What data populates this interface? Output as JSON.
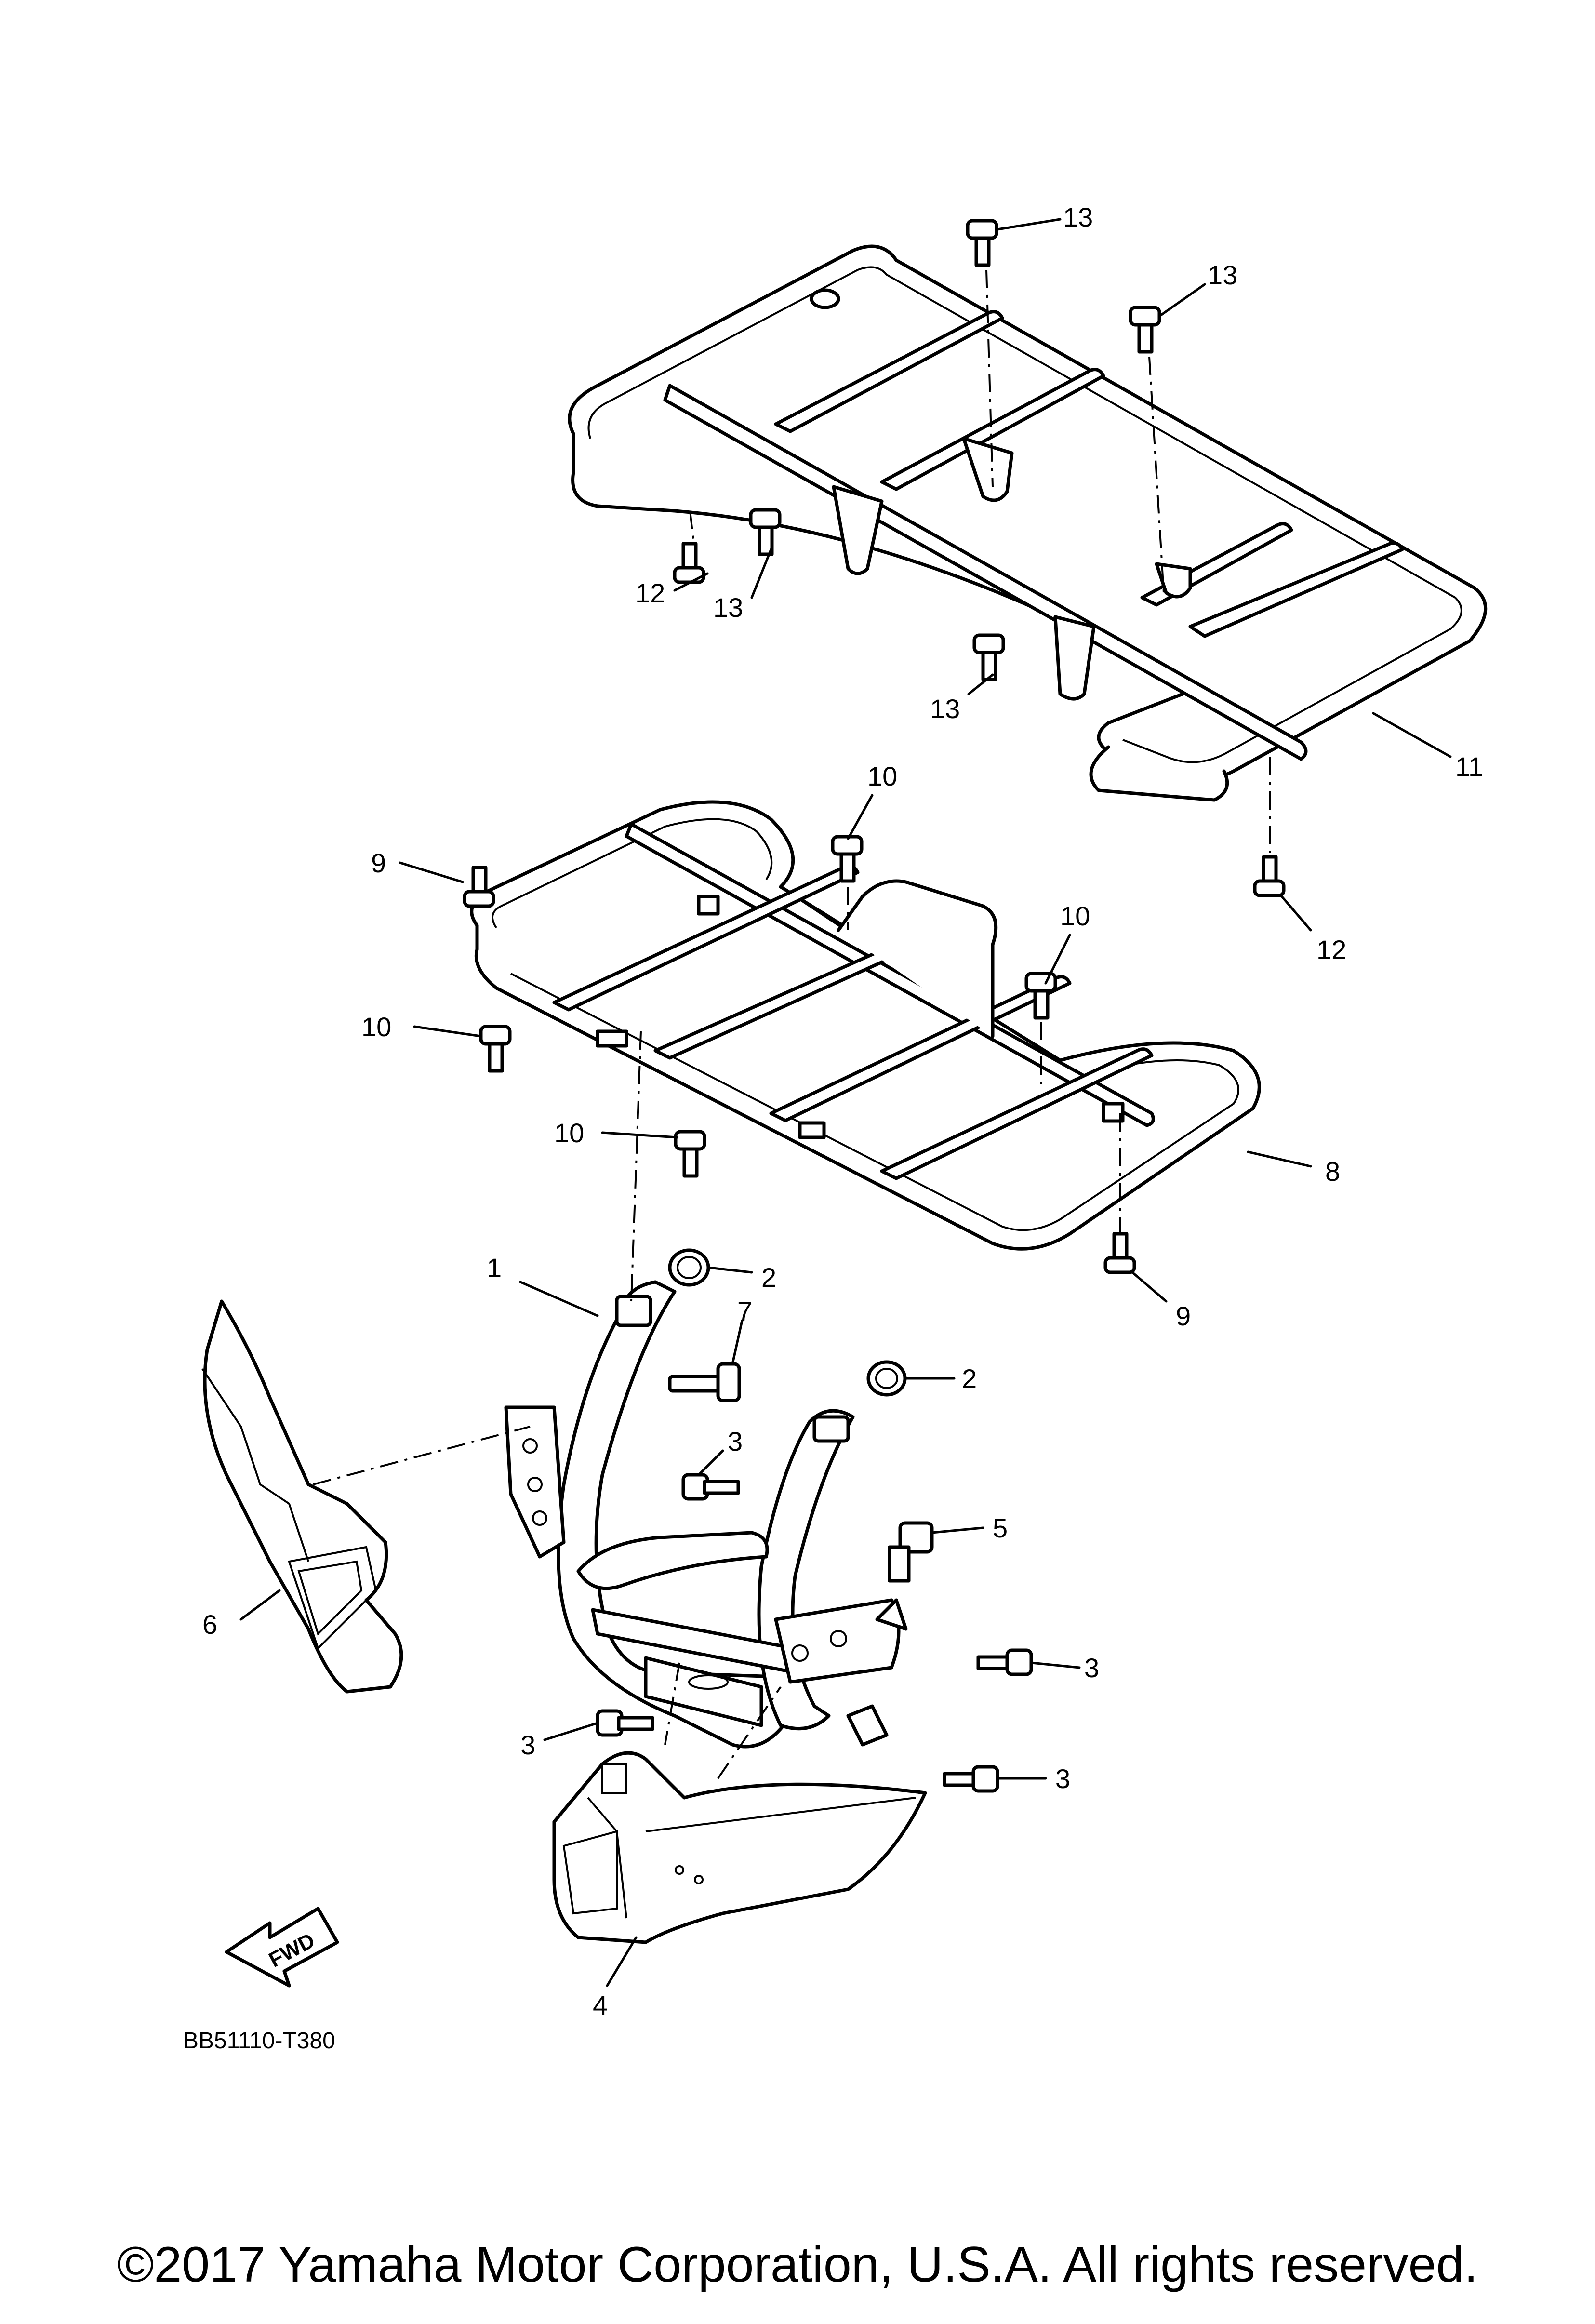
{
  "diagram": {
    "callouts": {
      "c13a": "13",
      "c13b": "13",
      "c13c": "13",
      "c13d": "13",
      "c12a": "12",
      "c12b": "12",
      "c11": "11",
      "c10a": "10",
      "c10b": "10",
      "c10c": "10",
      "c10d": "10",
      "c9a": "9",
      "c9b": "9",
      "c8": "8",
      "c1": "1",
      "c2a": "2",
      "c2b": "2",
      "c7": "7",
      "c3a": "3",
      "c3b": "3",
      "c3c": "3",
      "c3d": "3",
      "c5": "5",
      "c6": "6",
      "c4": "4"
    },
    "fwd_label": "FWD",
    "drawing_code": "BB51110-T380"
  },
  "copyright": "©2017 Yamaha Motor Corporation, U.S.A. All rights reserved."
}
